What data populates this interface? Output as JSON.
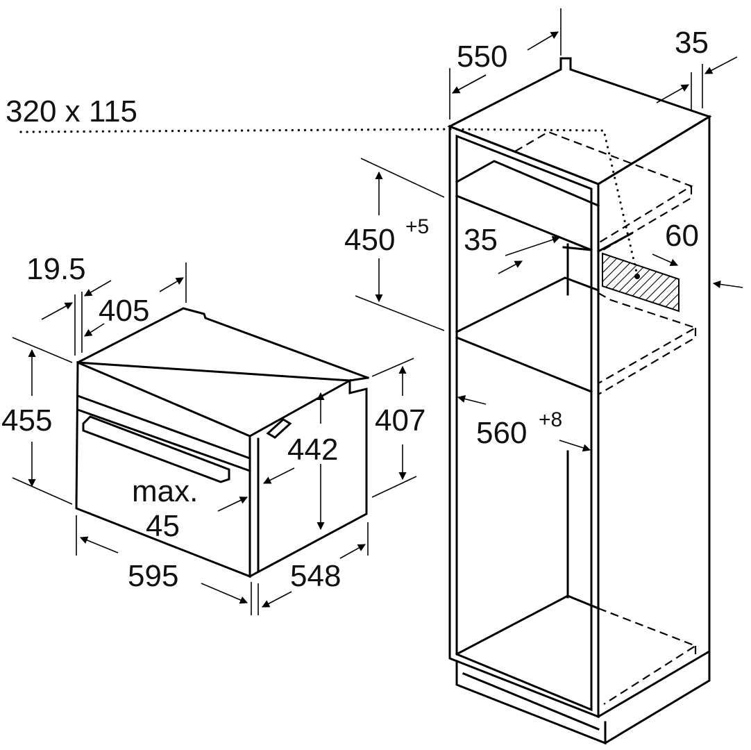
{
  "dimensions": {
    "vent_opening": "320 x 115",
    "niche_depth": "550",
    "rear_gap": "35",
    "niche_height_base": "450",
    "niche_height_tol": "+5",
    "front_gap": "35",
    "vent_depth": "60",
    "niche_width_base": "560",
    "niche_width_tol": "+8",
    "front_offset": "19.5",
    "top_depth": "405",
    "oven_height": "455",
    "body_height": "407",
    "inner_height": "442",
    "max_label": "max.",
    "max_value": "45",
    "oven_width": "595",
    "body_depth": "548"
  },
  "colors": {
    "line": "#000000",
    "background": "#ffffff"
  }
}
